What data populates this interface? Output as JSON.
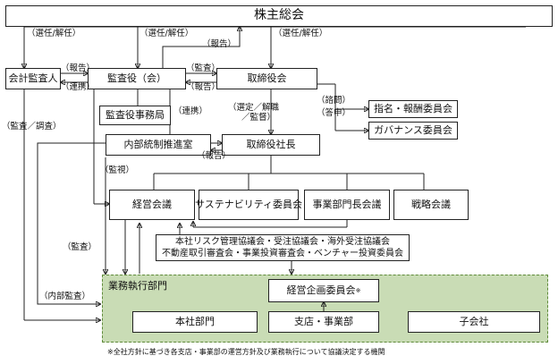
{
  "nodes": {
    "shareholders": "株主総会",
    "auditor": "会計監査人",
    "audit_board": "監査役（会）",
    "board": "取締役会",
    "audit_office": "監査役事務局",
    "nomination_committee": "指名・報酬委員会",
    "governance_committee": "ガバナンス委員会",
    "internal_audit": "内部統制推進室",
    "president": "取締役社長",
    "management_meeting": "経営会議",
    "sustainability_committee": "サステナビリティ委員会",
    "division_heads_meeting": "事業部門長会議",
    "strategy_meeting": "戦略会議",
    "risk_councils_line1": "本社リスク管理協議会・受注協議会・海外受注協議会",
    "risk_councils_line2": "不動産取引審査会・事業投資審査会・ベンチャー投資委員会",
    "business_execution": "業務執行部門",
    "planning_committee": "経営企画委員会",
    "planning_committee_mark": "※",
    "head_office": "本社部門",
    "branches": "支店・事業部",
    "subsidiaries": "子会社"
  },
  "labels": {
    "elect1": "（選任/解任）",
    "elect2": "（選任/解任）",
    "elect3": "（選任/解任）",
    "report_top": "（報告）",
    "report_left": "（報告）",
    "cooperation_left": "（連携）",
    "audit_right": "（監査）",
    "report_right": "（報告）",
    "cooperation_mid": "（連携）",
    "appoint": "（選定／解職",
    "supervise": "／監督）",
    "consult": "（諮問）",
    "report_back": "（答申）",
    "report_internal": "（報告）",
    "monitor": "（監視）",
    "audit_inspect": "（監査／調査）",
    "audit_mid": "（監査）",
    "internal_audit_lbl": "（内部監査）"
  },
  "footnote": "※全社方針に基づき各支店・事業部の運営方針及び業務執行について協議決定する機関"
}
